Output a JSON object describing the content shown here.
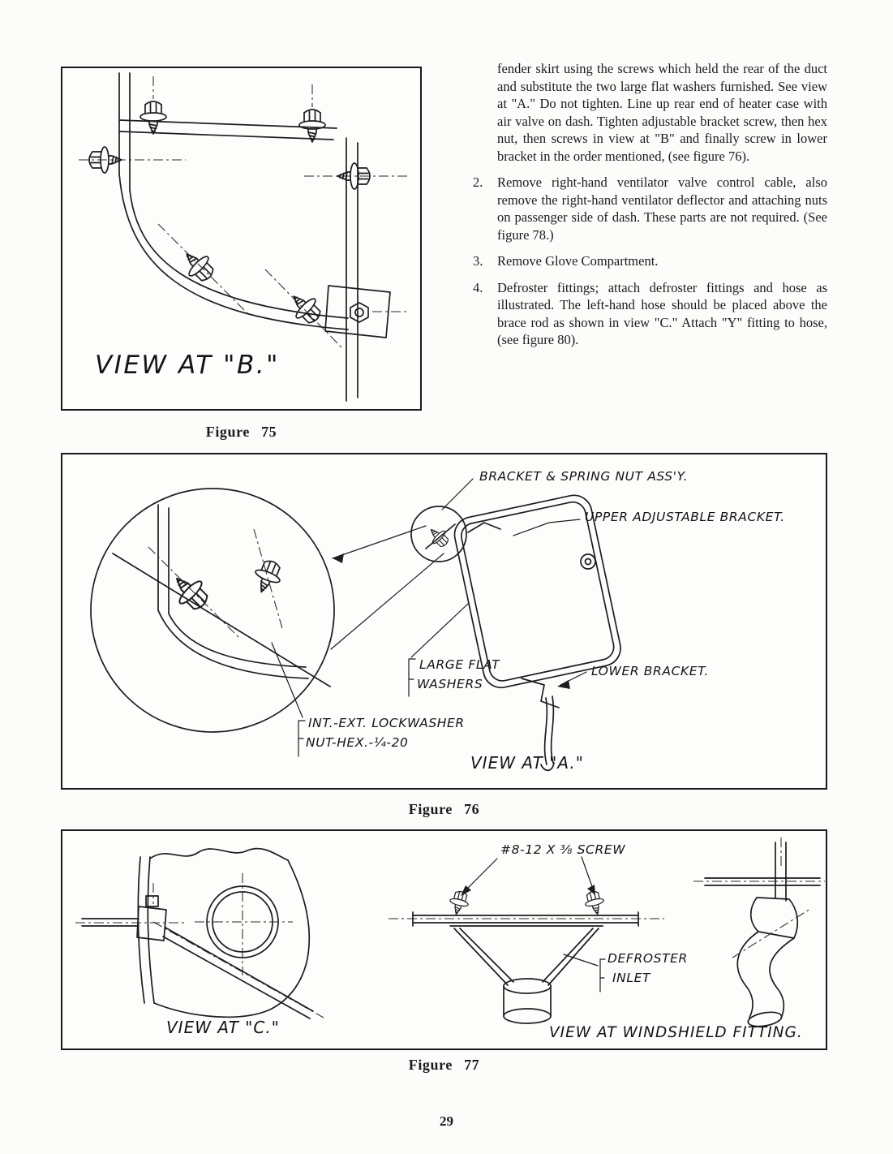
{
  "page": {
    "number": "29"
  },
  "instructions": {
    "continuation": "fender skirt using the screws which held the rear of the duct and substitute the two large flat washers furnished. See view at \"A.\" Do not tighten. Line up rear end of heater case with air valve on dash. Tighten adjustable bracket screw, then hex nut, then screws in view at \"B\" and finally screw in lower bracket in the order mentioned, (see figure 76).",
    "items": [
      {
        "num": "2.",
        "text": "Remove right-hand ventilator valve control cable, also remove the right-hand ventilator deflector and attaching nuts on passenger side of dash. These parts are not required. (See figure 78.)"
      },
      {
        "num": "3.",
        "text": "Remove Glove Compartment."
      },
      {
        "num": "4.",
        "text": "Defroster fittings; attach defroster fittings and hose as illustrated. The left-hand hose should be placed above the brace rod as shown in view \"C.\" Attach \"Y\" fitting to hose, (see figure 80)."
      }
    ]
  },
  "figure75": {
    "view_label": "VIEW AT \"B.\"",
    "caption": "Figure 75"
  },
  "figure76": {
    "caption": "Figure 76",
    "labels": {
      "bracket_spring_nut": "BRACKET & SPRING NUT ASS'Y.",
      "upper_adjustable_bracket": "UPPER ADJUSTABLE BRACKET.",
      "large_flat_line1": "LARGE FLAT",
      "large_flat_line2": "WASHERS",
      "lower_bracket": "LOWER BRACKET.",
      "lockwasher_line1": "INT.-EXT. LOCKWASHER",
      "lockwasher_line2": "NUT-HEX.-¼-20",
      "view_label": "VIEW AT \"A.\""
    }
  },
  "figure77": {
    "caption": "Figure 77",
    "labels": {
      "screw": "#8-12 X ⅜ SCREW",
      "defroster_line1": "DEFROSTER",
      "defroster_line2": "INLET",
      "view_c": "VIEW AT \"C.\"",
      "view_windshield": "VIEW AT WINDSHIELD FITTING."
    }
  }
}
